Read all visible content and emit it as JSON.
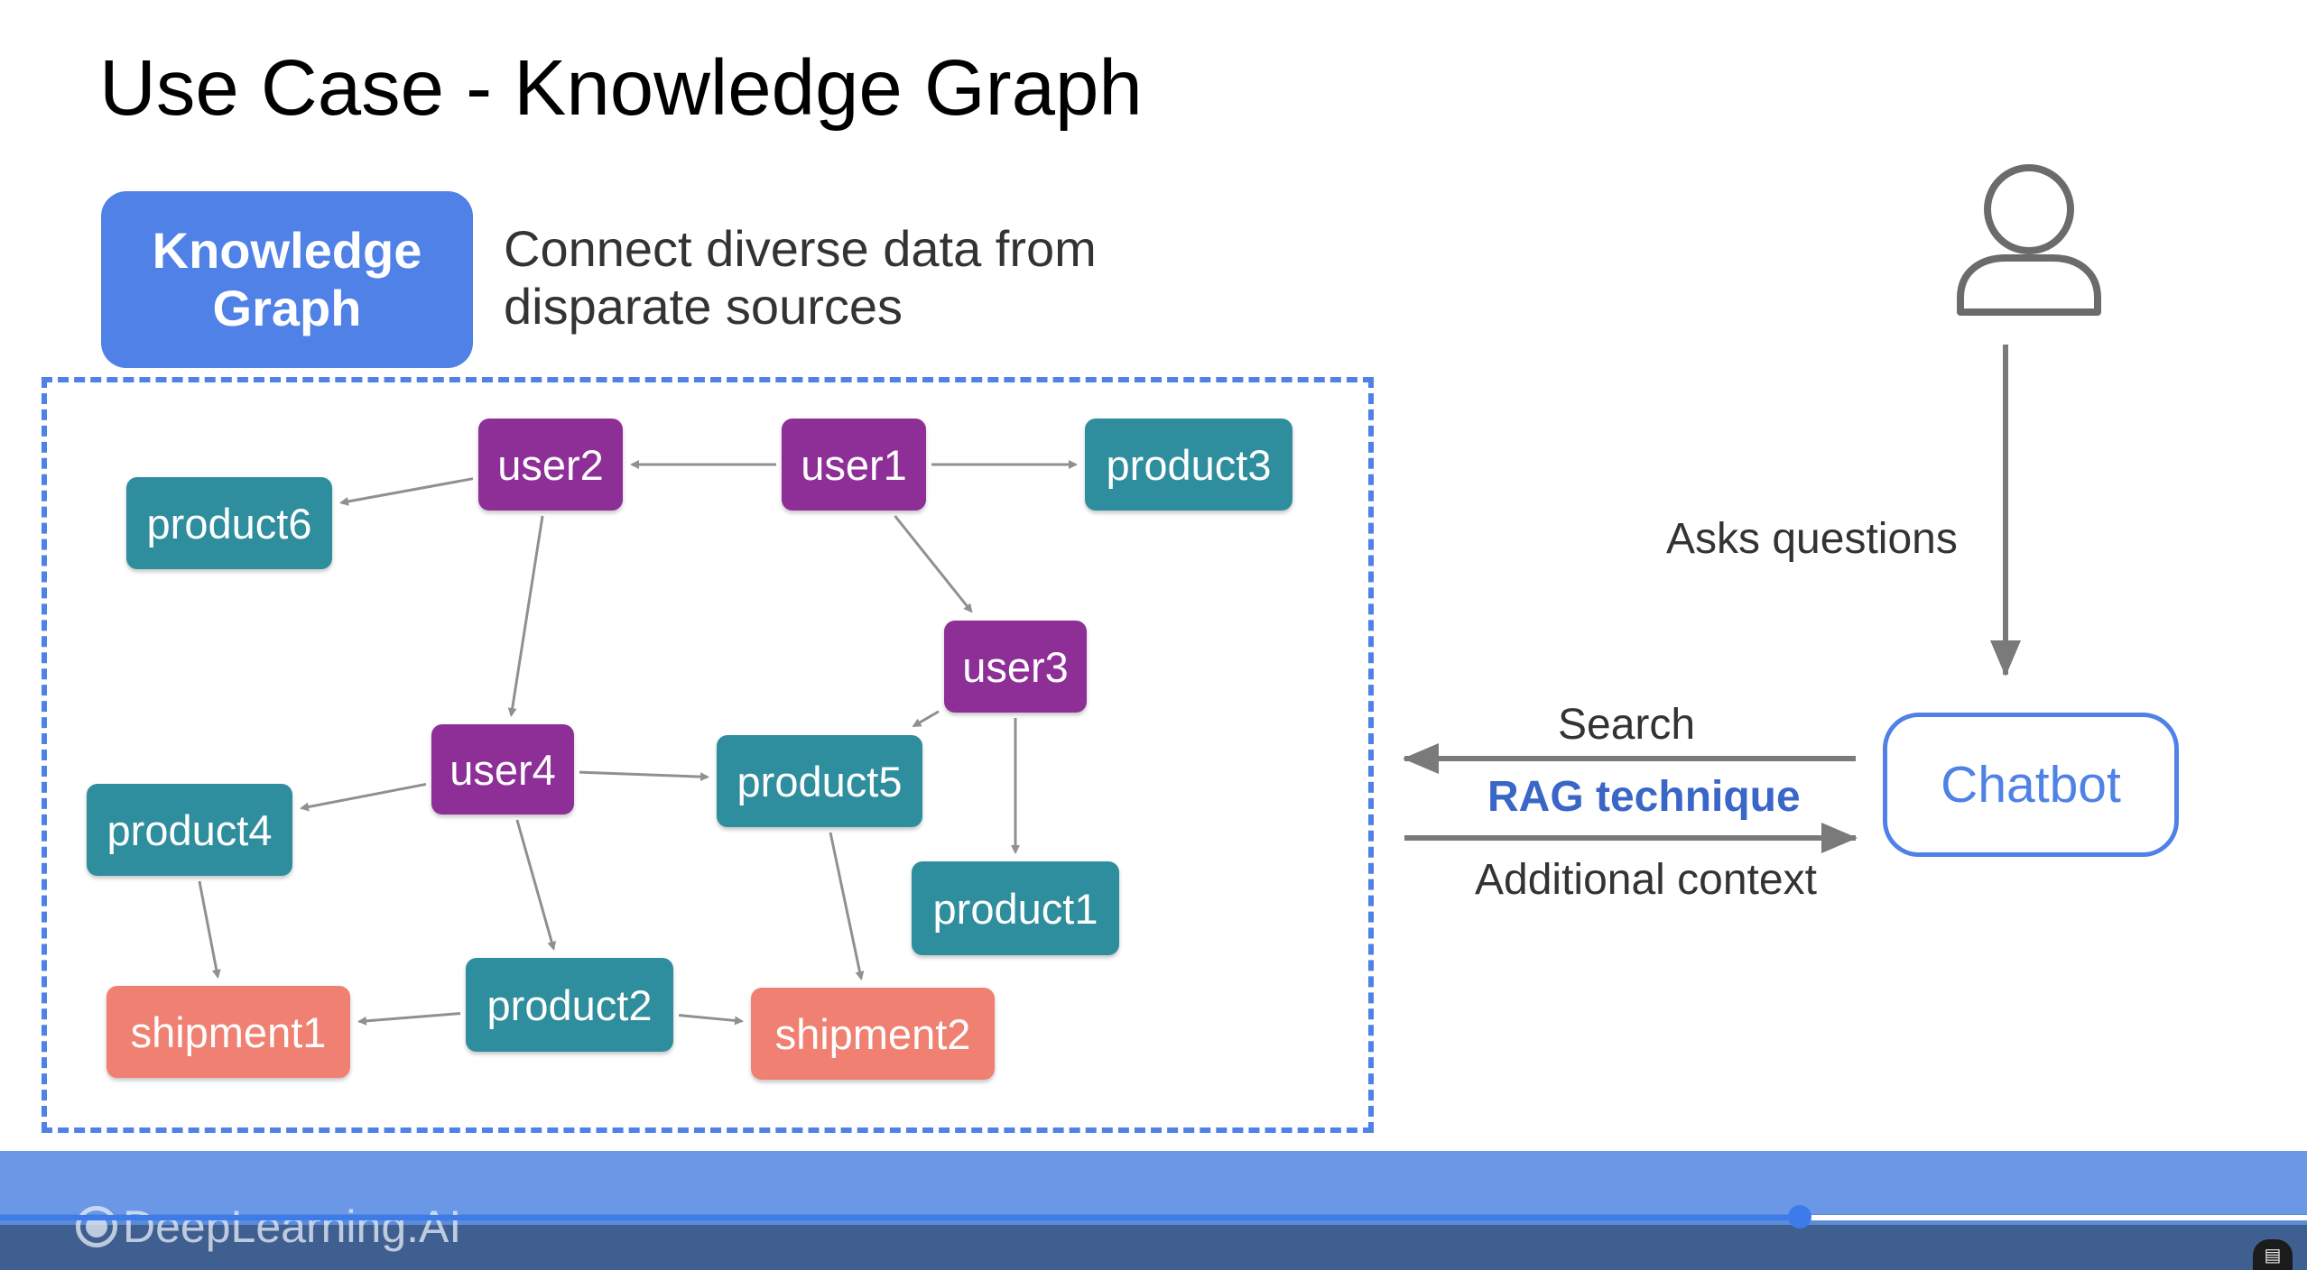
{
  "slide": {
    "title": "Use Case - Knowledge Graph",
    "badge": {
      "line1": "Knowledge",
      "line2": "Graph"
    },
    "description": {
      "line1": "Connect diverse data from",
      "line2": "disparate sources"
    }
  },
  "graph": {
    "nodes": [
      {
        "id": "user1",
        "label": "user1",
        "kind": "user"
      },
      {
        "id": "user2",
        "label": "user2",
        "kind": "user"
      },
      {
        "id": "user3",
        "label": "user3",
        "kind": "user"
      },
      {
        "id": "user4",
        "label": "user4",
        "kind": "user"
      },
      {
        "id": "product1",
        "label": "product1",
        "kind": "product"
      },
      {
        "id": "product2",
        "label": "product2",
        "kind": "product"
      },
      {
        "id": "product3",
        "label": "product3",
        "kind": "product"
      },
      {
        "id": "product4",
        "label": "product4",
        "kind": "product"
      },
      {
        "id": "product5",
        "label": "product5",
        "kind": "product"
      },
      {
        "id": "product6",
        "label": "product6",
        "kind": "product"
      },
      {
        "id": "shipment1",
        "label": "shipment1",
        "kind": "shipment"
      },
      {
        "id": "shipment2",
        "label": "shipment2",
        "kind": "shipment"
      }
    ],
    "edges": [
      {
        "from": "user1",
        "to": "user2"
      },
      {
        "from": "user1",
        "to": "product3"
      },
      {
        "from": "user1",
        "to": "user3"
      },
      {
        "from": "user2",
        "to": "product6"
      },
      {
        "from": "user2",
        "to": "user4"
      },
      {
        "from": "user3",
        "to": "product5"
      },
      {
        "from": "user3",
        "to": "product1"
      },
      {
        "from": "user4",
        "to": "product4"
      },
      {
        "from": "user4",
        "to": "product5"
      },
      {
        "from": "user4",
        "to": "product2"
      },
      {
        "from": "product4",
        "to": "shipment1"
      },
      {
        "from": "product2",
        "to": "shipment1"
      },
      {
        "from": "product2",
        "to": "shipment2"
      },
      {
        "from": "product5",
        "to": "shipment2"
      }
    ]
  },
  "chat": {
    "user_icon": "user-icon",
    "asks_label": "Asks questions",
    "chatbot_label": "Chatbot",
    "search_label": "Search",
    "rag_label": "RAG technique",
    "context_label": "Additional context"
  },
  "footer": {
    "logo_text": "DeepLearning.AI",
    "progress": 0.78
  },
  "colors": {
    "accent": "#4f81e6",
    "user": "#8e2f98",
    "product": "#2f8e9e",
    "shipment": "#ef8072",
    "edge": "#909090"
  }
}
